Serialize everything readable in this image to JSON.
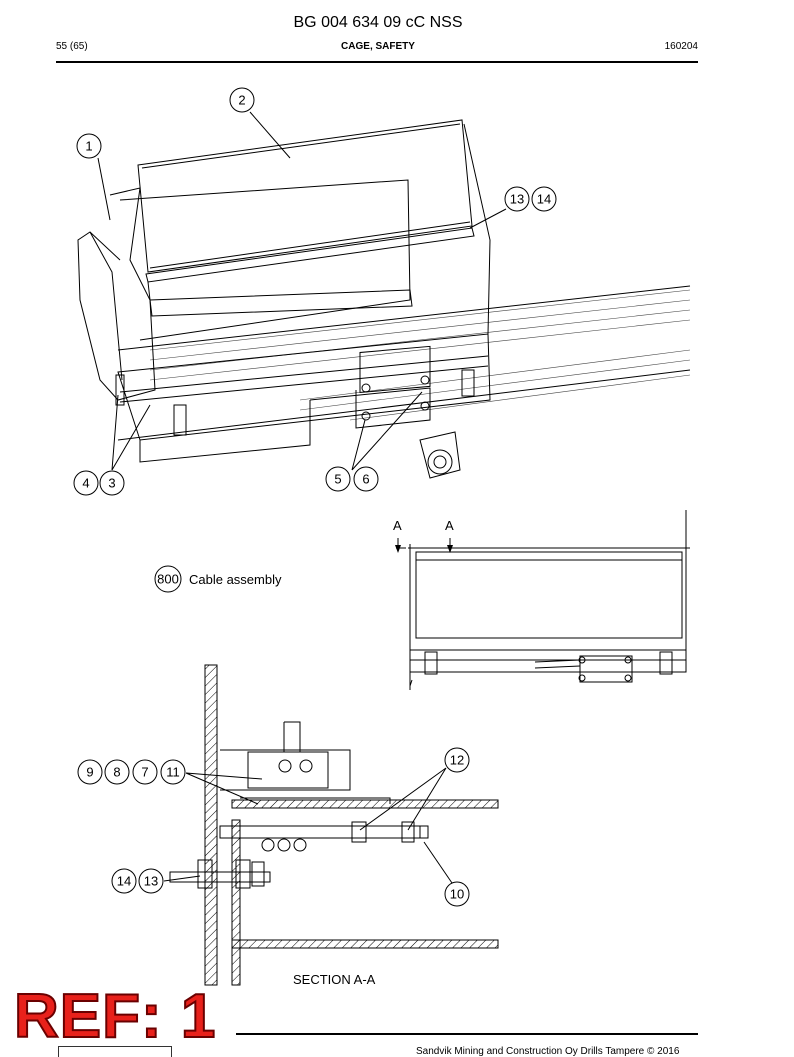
{
  "header": {
    "doc_title": "BG 004 634 09 cC NSS",
    "page_number": "55 (65)",
    "section_title": "CAGE, SAFETY",
    "doc_date": "160204"
  },
  "callouts": {
    "c1": "1",
    "c2": "2",
    "c13a": "13",
    "c14a": "14",
    "c4": "4",
    "c3": "3",
    "c5": "5",
    "c6": "6",
    "c800": "800",
    "c9": "9",
    "c8": "8",
    "c7": "7",
    "c11": "11",
    "c12": "12",
    "c14b": "14",
    "c13b": "13",
    "c10": "10"
  },
  "labels": {
    "cable_assembly": "Cable assembly",
    "section_mark_left": "A",
    "section_mark_right": "A",
    "section_caption": "SECTION A-A"
  },
  "footer": {
    "copyright": "Sandvik Mining and Construction Oy Drills Tampere © 2016",
    "ref_stamp": "REF: 1"
  }
}
